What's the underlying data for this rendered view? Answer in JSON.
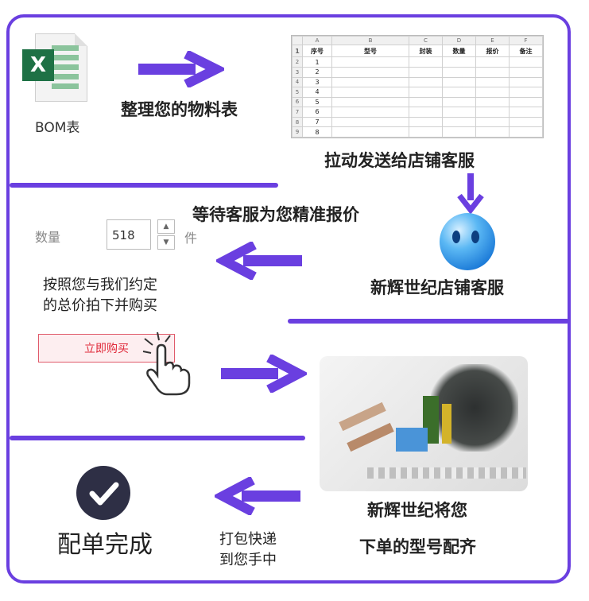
{
  "step1": {
    "file_label": "BOM表",
    "icon_letter": "X",
    "caption": "整理您的物料表"
  },
  "sheet": {
    "col_letters": [
      "A",
      "B",
      "C",
      "D",
      "E",
      "F"
    ],
    "headers": [
      "序号",
      "型号",
      "封装",
      "数量",
      "报价",
      "备注"
    ],
    "row_numbers": [
      "1",
      "2",
      "3",
      "4",
      "5",
      "6",
      "7",
      "8",
      "9"
    ],
    "serials": [
      "1",
      "2",
      "3",
      "4",
      "5",
      "6",
      "7",
      "8"
    ]
  },
  "step2": {
    "caption": "拉动发送给店铺客服"
  },
  "step3": {
    "caption": "等待客服为您精准报价",
    "service_name": "新辉世纪店铺客服"
  },
  "order": {
    "qty_label": "数量",
    "qty_value": "518",
    "qty_unit": "件",
    "instruction_line1": "按照您与我们约定",
    "instruction_line2": "的总价拍下并购买",
    "buy_button": "立即购买"
  },
  "step5": {
    "caption_line1": "新辉世纪将您",
    "caption_line2": "下单的型号配齐"
  },
  "step6": {
    "ship_line1": "打包快递",
    "ship_line2": "到您手中",
    "done": "配单完成"
  },
  "colors": {
    "accent": "#6a3fe0",
    "excel_green": "#1e7145",
    "buy_red": "#e02a3a"
  }
}
